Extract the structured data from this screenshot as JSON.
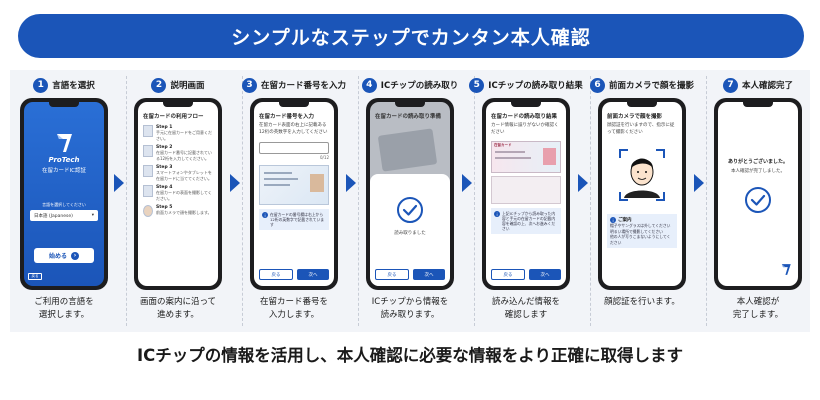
{
  "banner": {
    "title": "シンプルなステップでカンタン本人確認"
  },
  "footer": {
    "text": "ICチップの情報を活用し、本人確認に必要な情報をより正確に取得します"
  },
  "colors": {
    "brand": "#1b55b8",
    "panel": "#f2f4f8"
  },
  "steps": [
    {
      "num": "1",
      "title": "言語を選択",
      "caption": "ご利用の言語を\n選択します。",
      "screen": {
        "brand": "ProTech",
        "subtitle": "在留カードIC認証",
        "select_label": "言語を選択してください",
        "select_value": "日本語 (Japanese)",
        "start_button": "始める",
        "back_button": "戻る"
      }
    },
    {
      "num": "2",
      "title": "説明画面",
      "caption": "画面の案内に沿って\n進めます。",
      "screen": {
        "heading": "在留カードの利用フロー",
        "items": [
          {
            "label": "Step 1",
            "text": "手元に在留カードをご用意ください。"
          },
          {
            "label": "Step 2",
            "text": "在留カード番号に記載されている12桁を入力してください。"
          },
          {
            "label": "Step 3",
            "text": "スマートフォンやタブレットを在留カードに当ててください。"
          },
          {
            "label": "Step 4",
            "text": "在留カードの表面を撮影してください。"
          },
          {
            "label": "Step 5",
            "text": "前面カメラで顔を撮影します。"
          }
        ]
      }
    },
    {
      "num": "3",
      "title": "在留カード番号を入力",
      "caption": "在留カード番号を\n入力します。",
      "screen": {
        "heading": "在留カード番号を入力",
        "text": "在留カード表面の右上に記載ある12桁の英数字を入力してください",
        "counter": "0/12",
        "note": "在留カードの番号欄は右上から12桁の英数字で記載されています",
        "back_button": "戻る",
        "next_button": "次へ"
      }
    },
    {
      "num": "4",
      "title": "ICチップの読み取り",
      "caption": "ICチップから情報を\n読み取ります。",
      "screen": {
        "heading": "在留カードの読み取り準備",
        "done_text": "読み取りました",
        "back_button": "戻る",
        "next_button": "次へ"
      }
    },
    {
      "num": "5",
      "title": "ICチップの読み取り結果",
      "caption": "読み込んだ情報を\n確認します",
      "screen": {
        "heading": "在留カードの読み取り結果",
        "text": "カード情報に誤りがないか確認ください",
        "card_label": "在留カード",
        "note": "上記ICチップから読み取った内容と手元の在留カードの記載内容を確認の上、次へお進みください",
        "back_button": "戻る",
        "next_button": "次へ"
      }
    },
    {
      "num": "6",
      "title": "前面カメラで顔を撮影",
      "caption": "顔認証を行います。",
      "screen": {
        "heading": "前面カメラで顔を撮影",
        "text": "顔認証を行いますので、指示に従って撮影ください",
        "notes_title": "ご案内",
        "notes": [
          "帽子やサングラスは外してください",
          "明るい場所で撮影してください",
          "他の人が写りこまないようにしてください"
        ]
      }
    },
    {
      "num": "7",
      "title": "本人確認完了",
      "caption": "本人確認が\n完了します。",
      "screen": {
        "thanks": "ありがとうございました。",
        "done_text": "本人確認が完了しました。"
      }
    }
  ]
}
